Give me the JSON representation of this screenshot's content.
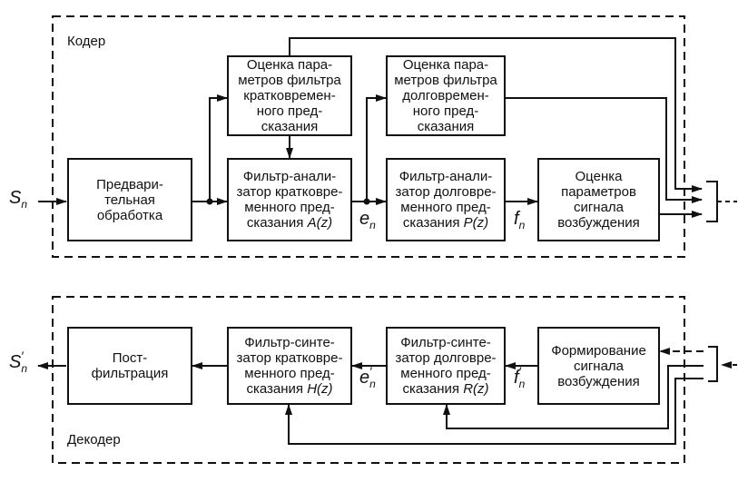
{
  "encoder": {
    "label": "Кодер",
    "input_signal": "S",
    "input_sub": "n",
    "blocks": {
      "pre": "Предвари-\nтельная\nобработка",
      "short_est": "Оценка пара-\nметров фильтра\nкратковремен-\nного пред-\nсказания",
      "short_filter_text": "Фильтр-анали-\nзатор кратковре-\nменного пред-\nсказания ",
      "short_filter_fn": "A(z)",
      "long_est": "Оценка пара-\nметров фильтра\nдолговремен-\nного пред-\nсказания",
      "long_filter_text": "Фильтр-анали-\nзатор долговре-\nменного пред-\nсказания ",
      "long_filter_fn": "P(z)",
      "excitation_est": "Оценка\nпараметров\nсигнала\nвозбуждения"
    },
    "signals": {
      "e": "e",
      "e_sub": "n",
      "f": "f",
      "f_sub": "n"
    }
  },
  "decoder": {
    "label": "Декодер",
    "output_signal": "S",
    "output_sub": "n",
    "output_prime": "′",
    "blocks": {
      "post": "Пост-\nфильтрация",
      "short_synth_text": "Фильтр-синте-\nзатор кратковре-\nменного пред-\nсказания ",
      "short_synth_fn": "H(z)",
      "long_synth_text": "Фильтр-синте-\nзатор долговре-\nменного пред-\nсказания ",
      "long_synth_fn": "R(z)",
      "excitation_form": "Формирование\nсигнала\nвозбуждения"
    },
    "signals": {
      "e": "e",
      "e_sub": "n",
      "f": "f",
      "f_sub": "n",
      "prime": "′"
    }
  }
}
